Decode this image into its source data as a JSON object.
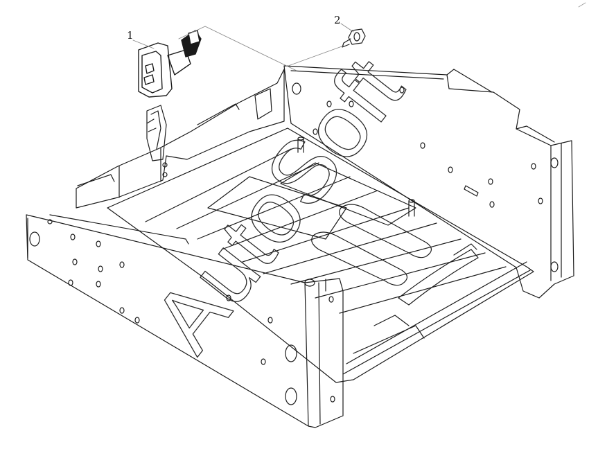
{
  "callouts": [
    {
      "label": "1",
      "part": "door-latch-assembly"
    },
    {
      "label": "2",
      "part": "hex-flange-screw"
    }
  ],
  "watermark": {
    "text": "AutoSoft"
  },
  "colors": {
    "line": "#1a1a1a",
    "watermark": "#2a2a2a",
    "leader": "#888888"
  }
}
